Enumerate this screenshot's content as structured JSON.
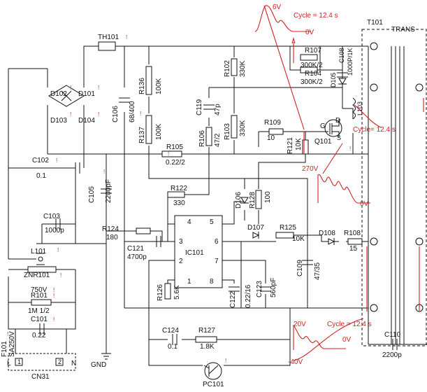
{
  "components": {
    "th101": "TH101",
    "d101": "D101",
    "d102": "D102",
    "d103": "D103",
    "d104": "D104",
    "c102": "C102",
    "c102v": "0.1",
    "c103": "C103",
    "c103v": "1000p",
    "c105": "C105",
    "c105v": "2200pF",
    "c106": "C106",
    "c106v": "68/400",
    "r136": "R136",
    "r136v": "100K",
    "r137": "R137",
    "r137v": "100K",
    "r105": "R105",
    "r105v": "0.22/2",
    "c119": "C119",
    "c119v": "47p",
    "r106": "R106",
    "r106v": "47/2",
    "r102": "R102",
    "r102v": "330K",
    "r103": "R103",
    "r103v": "330K",
    "r107": "R107",
    "r107v": "300K/2",
    "r104": "R104",
    "r104v": "300K/2",
    "c108": "C108",
    "c108v": "1000P/1K",
    "d105": "D105",
    "l103": "L103",
    "t101": "T101",
    "trans": "TRANS",
    "q101": "Q101",
    "q_g": "G",
    "q_d": "D",
    "q_s": "S",
    "r109": "R109",
    "r109v": "10",
    "r121": "R121",
    "r121v": "10K",
    "r122": "R122",
    "r122v": "330",
    "r124": "R124",
    "r124v": "180",
    "c121": "C121",
    "c121v": "4700p",
    "ic101": "IC101",
    "pin1": "1",
    "pin2": "2",
    "pin3": "3",
    "pin4": "4",
    "pin5": "5",
    "pin6": "6",
    "pin7": "7",
    "pin8": "8",
    "d106": "D106",
    "r128": "R128",
    "r128v": "100",
    "d107": "D107",
    "r125": "R125",
    "r125v": "10K",
    "d108": "D108",
    "r108": "R108",
    "r108v": "15",
    "c109": "C109",
    "c109v": "47/35",
    "r126": "R126",
    "r126v": "5.6K",
    "c122": "C122",
    "c122v": "0.22/16",
    "c123": "C123",
    "c123v": "560pF",
    "c124": "C124",
    "c124v": "0.1",
    "r127": "R127",
    "r127v": "1.8K",
    "pc101": "PC101",
    "l101": "L101",
    "znr101": "ZNR101",
    "znr101v": "750V",
    "r101": "R101",
    "r101v": "1M 1/2",
    "c101": "C101",
    "c101v": "0.22",
    "f101": "F101",
    "f101v": "SA250V",
    "cn31": "CN31",
    "cn_l": "L",
    "cn_n": "N",
    "cn_1": "1",
    "cn_2": "2",
    "gnd": "GND",
    "c110": "C110",
    "c110v": "2200p"
  },
  "annotations": {
    "w1_peak": "6V",
    "w1_base": "0V",
    "w1_cycle": "Cycle = 12.4  s",
    "w2_cycle": "Cycle= 12.4  s",
    "w3_peak": "270V",
    "w3_base": "0V",
    "w4_peak": "20V",
    "w4_base": "0V",
    "w4_neg": "-40V",
    "w4_cycle": "Cycle = 12.4  s"
  },
  "colors": {
    "ink": "#111111",
    "annotation": "#d42020"
  }
}
